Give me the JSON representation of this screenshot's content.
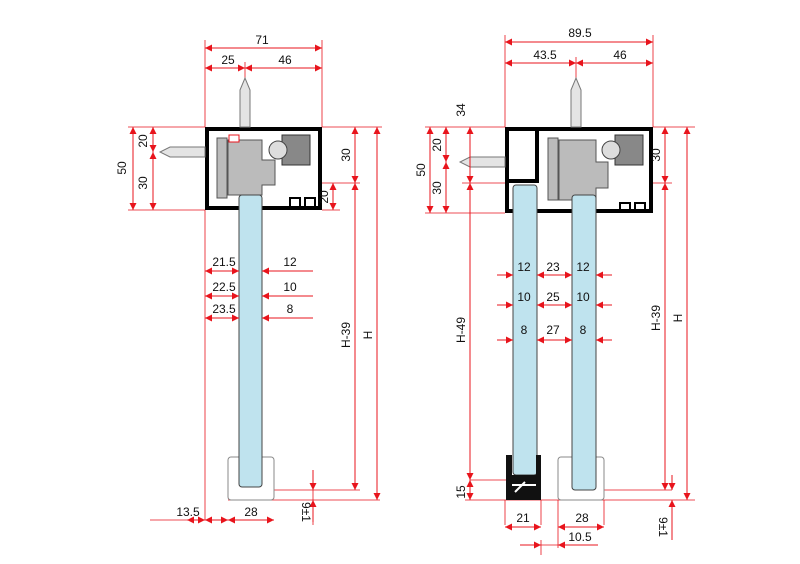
{
  "left_view": {
    "width_total": "71",
    "offset_anchor": "25",
    "offset_right": "46",
    "height_total": "50",
    "height_top": "20",
    "height_bottom": "30",
    "right_top": "30",
    "right_bottom": "20",
    "h_minus": "H-39",
    "h": "H",
    "gap_rows": [
      {
        "offset": "21.5",
        "glass": "12"
      },
      {
        "offset": "22.5",
        "glass": "10"
      },
      {
        "offset": "23.5",
        "glass": "8"
      }
    ],
    "bottom_offset": "13.5",
    "guide_width": "28",
    "floor_gap": "9±1"
  },
  "right_view": {
    "width_total": "89.5",
    "offset_anchor": "43.5",
    "offset_right": "46",
    "fixed_offset": "34",
    "height_total": "50",
    "height_top": "20",
    "height_bottom": "30",
    "right_top": "30",
    "h_minus_fixed": "H-49",
    "h_minus": "H-39",
    "h": "H",
    "gap_rows": [
      {
        "g1": "12",
        "gap": "23",
        "g2": "12"
      },
      {
        "g1": "10",
        "gap": "25",
        "g2": "10"
      },
      {
        "g1": "8",
        "gap": "27",
        "g2": "8"
      }
    ],
    "bottom_profile_height": "15",
    "bottom_profile_width": "21",
    "guide_width": "28",
    "guide_offset": "10.5",
    "floor_gap": "9±1"
  },
  "colors": {
    "dimension": "#e8141c",
    "glass": "#bfe3ee",
    "profile": "#000000"
  }
}
